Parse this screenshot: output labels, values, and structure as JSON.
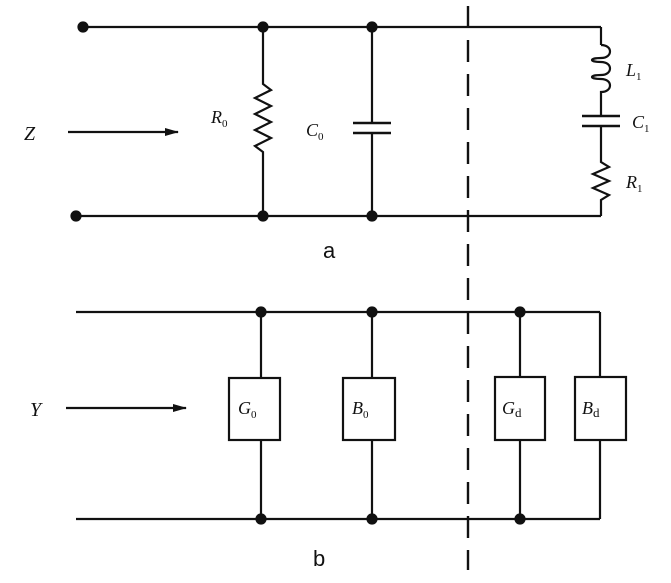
{
  "circuit_a": {
    "caption": "a",
    "input_symbol": "Z",
    "components": {
      "r0": {
        "symbol": "R",
        "subscript": "0"
      },
      "c0": {
        "symbol": "C",
        "subscript": "0"
      },
      "l1": {
        "symbol": "L",
        "subscript": "1"
      },
      "c1": {
        "symbol": "C",
        "subscript": "1"
      },
      "r1": {
        "symbol": "R",
        "subscript": "1"
      }
    }
  },
  "circuit_b": {
    "caption": "b",
    "input_symbol": "Y",
    "components": {
      "g0": {
        "symbol": "G",
        "subscript": "0"
      },
      "b0": {
        "symbol": "B",
        "subscript": "0"
      },
      "gd": {
        "symbol": "G",
        "subscript": "d"
      },
      "bd": {
        "symbol": "B",
        "subscript": "d"
      }
    }
  },
  "colors": {
    "ink": "#111111",
    "background": "#ffffff"
  }
}
